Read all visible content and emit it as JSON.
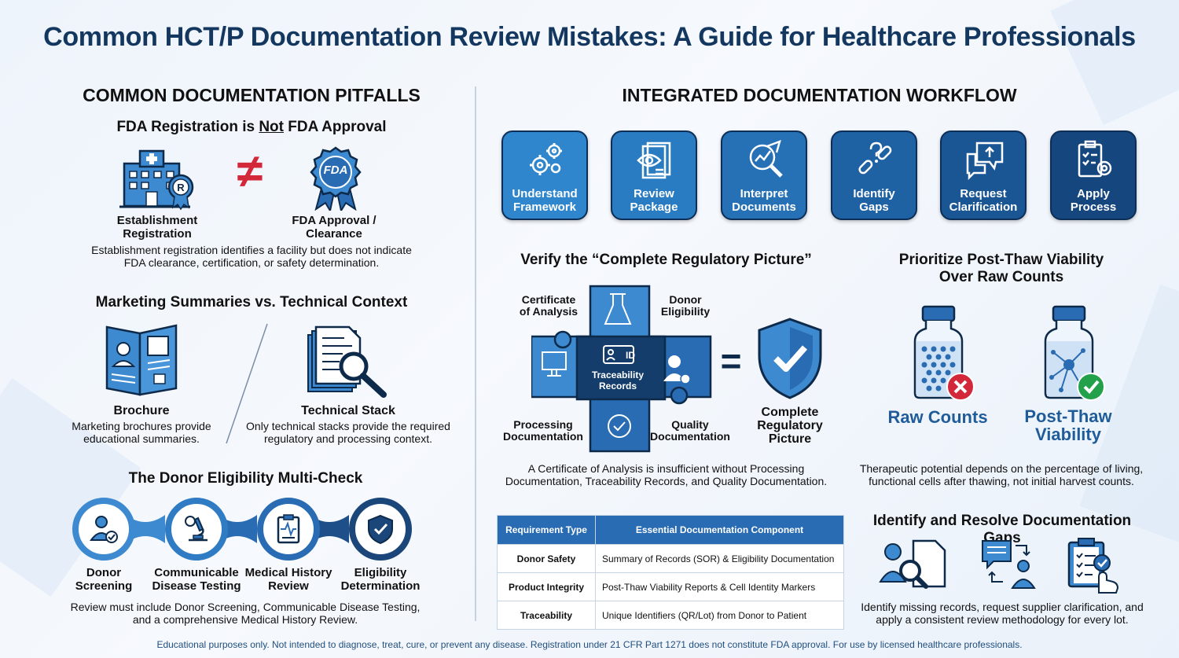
{
  "title": "Common HCT/P Documentation Review Mistakes: A Guide for Healthcare Professionals",
  "left": {
    "heading": "COMMON DOCUMENTATION PITFALLS",
    "fda": {
      "heading_pre": "FDA Registration is ",
      "heading_not": "Not",
      "heading_post": " FDA Approval",
      "left_label_1": "Establishment",
      "left_label_2": "Registration",
      "right_label_1": "FDA Approval /",
      "right_label_2": "Clearance",
      "neq_symbol": "≠",
      "badge_text": "FDA",
      "body_1": "Establishment registration identifies a facility but does not indicate",
      "body_2": "FDA clearance, certification, or safety determination."
    },
    "marketing": {
      "heading": "Marketing Summaries vs. Technical Context",
      "brochure_label": "Brochure",
      "brochure_body_1": "Marketing brochures provide",
      "brochure_body_2": "educational summaries.",
      "stack_label": "Technical Stack",
      "stack_body_1": "Only technical stacks provide the required",
      "stack_body_2": "regulatory and processing context."
    },
    "donor": {
      "heading": "The Donor Eligibility Multi-Check",
      "steps": [
        {
          "l1": "Donor",
          "l2": "Screening"
        },
        {
          "l1": "Communicable",
          "l2": "Disease Testing"
        },
        {
          "l1": "Medical History",
          "l2": "Review"
        },
        {
          "l1": "Eligibility",
          "l2": "Determination"
        }
      ],
      "body_1": "Review must include Donor Screening, Communicable Disease Testing,",
      "body_2": "and a comprehensive Medical History Review."
    }
  },
  "right": {
    "heading": "INTEGRATED DOCUMENTATION WORKFLOW",
    "workflow": [
      {
        "l1": "Understand",
        "l2": "Framework",
        "color": "#2f86cc"
      },
      {
        "l1": "Review",
        "l2": "Package",
        "color": "#2a7cc2"
      },
      {
        "l1": "Interpret",
        "l2": "Documents",
        "color": "#2670b5"
      },
      {
        "l1": "Identify",
        "l2": "Gaps",
        "color": "#1f62a4"
      },
      {
        "l1": "Request",
        "l2": "Clarification",
        "color": "#1a5594"
      },
      {
        "l1": "Apply",
        "l2": "Process",
        "color": "#15467e"
      }
    ],
    "verify": {
      "heading": "Verify the “Complete Regulatory Picture”",
      "coa_1": "Certificate",
      "coa_2": "of Analysis",
      "donor_1": "Donor",
      "donor_2": "Eligibility",
      "center_1": "Traceability",
      "center_2": "Records",
      "id_text": "ID",
      "proc_1": "Processing",
      "proc_2": "Documentation",
      "qual_1": "Quality",
      "qual_2": "Documentation",
      "equals": "=",
      "result_1": "Complete",
      "result_2": "Regulatory",
      "result_3": "Picture",
      "body_1": "A Certificate of Analysis is insufficient without Processing",
      "body_2": "Documentation, Traceability Records, and Quality Documentation."
    },
    "viability": {
      "heading_1": "Prioritize Post-Thaw Viability",
      "heading_2": "Over Raw Counts",
      "raw_label": "Raw Counts",
      "post_label_1": "Post-Thaw",
      "post_label_2": "Viability",
      "body_1": "Therapeutic potential depends on the percentage of living,",
      "body_2": "functional cells after thawing, not initial harvest counts."
    },
    "table": {
      "headers": [
        "Requirement Type",
        "Essential Documentation Component"
      ],
      "rows": [
        [
          "Donor Safety",
          "Summary of Records (SOR) & Eligibility Documentation"
        ],
        [
          "Product Integrity",
          "Post-Thaw Viability Reports & Cell Identity Markers"
        ],
        [
          "Traceability",
          "Unique Identifiers (QR/Lot) from Donor to Patient"
        ]
      ]
    },
    "gaps": {
      "heading": "Identify and Resolve Documentation Gaps",
      "body_1": "Identify missing records, request supplier clarification, and",
      "body_2": "apply a consistent review methodology for every lot."
    }
  },
  "footer": "Educational purposes only. Not intended to diagnose, treat, cure, or prevent any disease. Registration under 21 CFR Part 1271 does not constitute FDA approval. For use by licensed healthcare professionals.",
  "colors": {
    "primary": "#13375f",
    "accent": "#2a6cb3",
    "danger": "#d3273a",
    "success": "#23a14a"
  }
}
